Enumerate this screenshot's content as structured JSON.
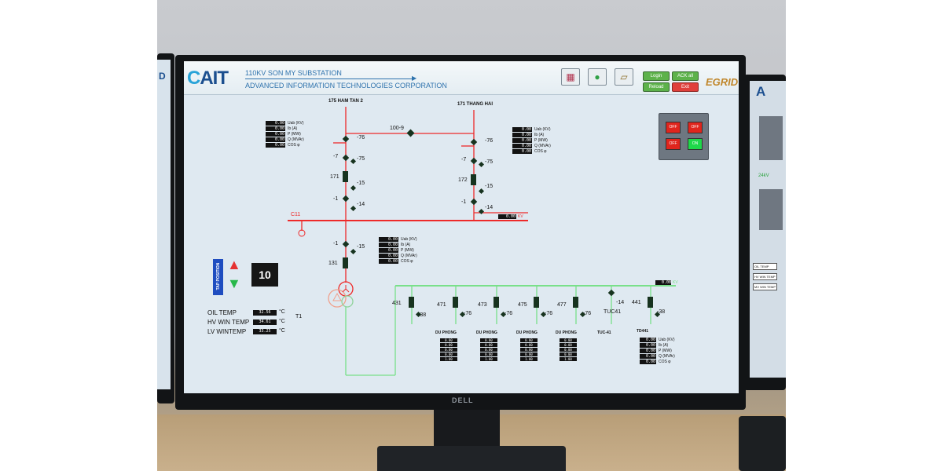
{
  "header": {
    "logo": "AIT",
    "substation_title": "110KV SON MY SUBSTATION",
    "company": "ADVANCED INFORMATION TECHNOLOGIES CORPORATION",
    "buttons": {
      "login": "Login",
      "ack_all": "ACK all",
      "reload": "Reload",
      "exit": "Exit"
    },
    "brand": "EGRID"
  },
  "diagram": {
    "feeder_left": "175 HAM TAN 2",
    "feeder_right": "171 THANG HAI",
    "bus_coupler": "100-9",
    "left": {
      "breaker": "171",
      "iso_top": "-76",
      "iso_7": "-7",
      "iso_75": "-75",
      "iso_15": "-15",
      "iso_1": "-1",
      "iso_14": "-14"
    },
    "right": {
      "breaker": "172",
      "iso_top": "-76",
      "iso_7": "-7",
      "iso_75": "-75",
      "iso_15": "-15",
      "iso_1": "-1",
      "iso_14": "-14"
    },
    "bus_label": "C11",
    "transformer": {
      "breaker": "131",
      "iso_1": "-1",
      "iso_15": "-15",
      "name": "T1"
    },
    "meas_labels": [
      "Uab (KV)",
      "Ib (A)",
      "P (MW)",
      "Q (MVAr)",
      "COS φ"
    ],
    "meas_values": [
      "0.00",
      "0.00",
      "0.00",
      "0.00",
      "0.00"
    ],
    "bus_value_right": "0.00",
    "bus_kv_unit": "KV",
    "lv_bus_value": "0.00",
    "lv_feeders": [
      {
        "breaker": "431",
        "iso": "-38",
        "name": ""
      },
      {
        "breaker": "471",
        "iso": "-76",
        "name": "DU PHONG"
      },
      {
        "breaker": "473",
        "iso": "-76",
        "name": "DU PHONG"
      },
      {
        "breaker": "475",
        "iso": "-76",
        "name": "DU PHONG"
      },
      {
        "breaker": "477",
        "iso": "-76",
        "name": "DU PHONG"
      },
      {
        "breaker": "-14",
        "iso": "TUC41",
        "name": "TUC-41"
      },
      {
        "breaker": "441",
        "iso": "-38",
        "name": "TD441"
      }
    ],
    "lv_stack_values": [
      "0.00",
      "0.00",
      "0.00",
      "0.00",
      "1.00"
    ]
  },
  "tap": {
    "label": "TAP POSITION",
    "value": "10"
  },
  "temps": {
    "rows": [
      {
        "label": "OIL TEMP",
        "value": "32.56",
        "unit": "°C"
      },
      {
        "label": "HV WIN TEMP",
        "value": "34.61",
        "unit": "°C"
      },
      {
        "label": "LV WINTEMP",
        "value": "33.25",
        "unit": "°C"
      }
    ]
  },
  "alarms": {
    "cells": [
      {
        "text": "OFF",
        "color": "#e0251d"
      },
      {
        "text": "OFF",
        "color": "#e0251d"
      },
      {
        "text": "OFF",
        "color": "#e0251d"
      },
      {
        "text": "ON",
        "color": "#1fd84a"
      }
    ]
  },
  "side_screen": {
    "logo": "A",
    "kv_label": "24kV",
    "labels": [
      "OIL TEMP",
      "HV WIN TEMP",
      "MV WIN TEMP"
    ]
  },
  "monitor_brand": "DELL",
  "colors": {
    "hv": "#ee2a2a",
    "lv": "#79e08a",
    "breaker": "#152f1d",
    "screen": "#dfe9f1"
  }
}
